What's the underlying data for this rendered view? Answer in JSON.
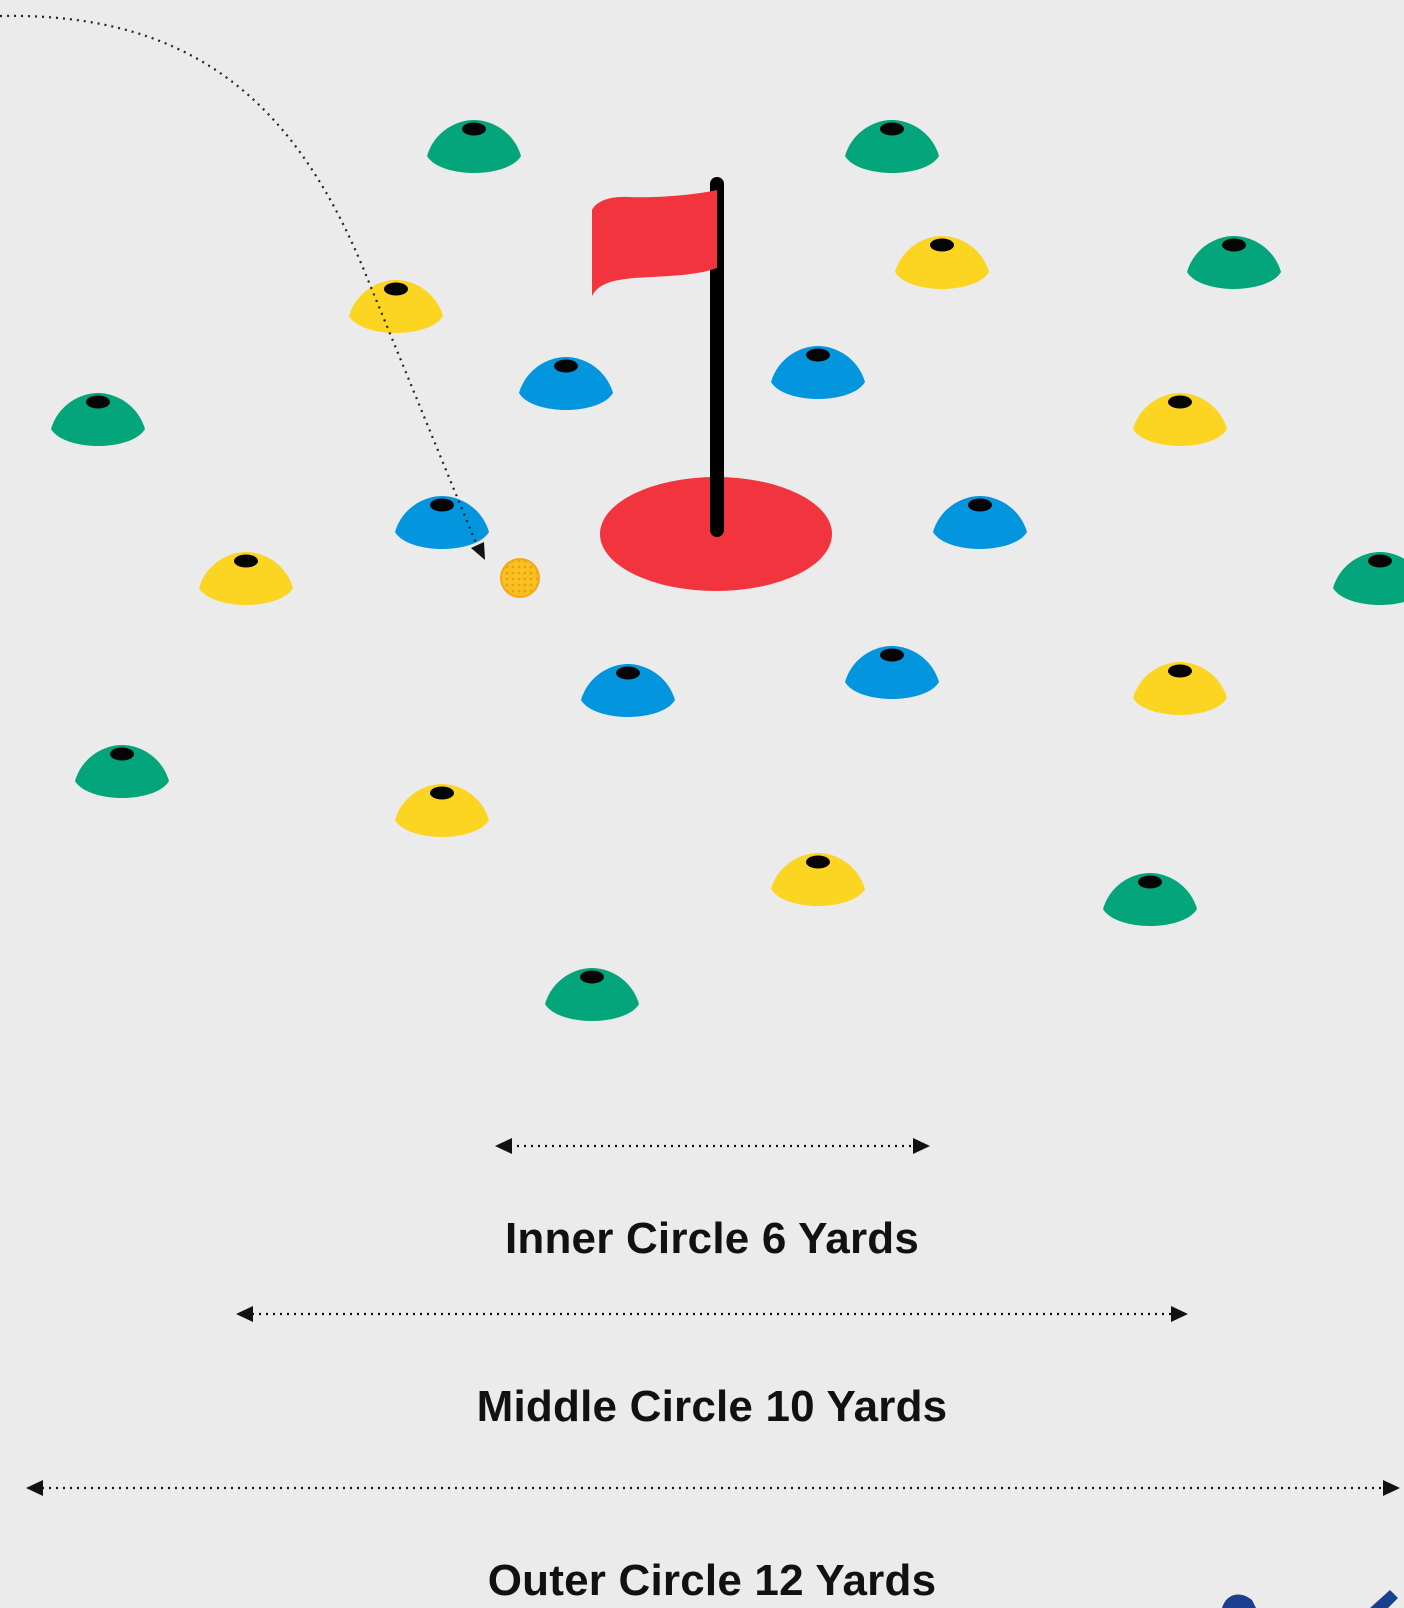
{
  "labels": {
    "inner": "Inner Circle 6 Yards",
    "middle": "Middle Circle 10 Yards",
    "outer": "Outer Circle 12 Yards"
  },
  "colors": {
    "background": "#ebebeb",
    "flag": "#f2343f",
    "hole": "#f2343f",
    "pole": "#000000",
    "cone_blue": "#0395dd",
    "cone_yellow": "#fbd522",
    "cone_green": "#04a57b",
    "ball": "#f8c020",
    "line": "#111111"
  },
  "cone_rings": [
    {
      "ring": "inner",
      "color": "cone_blue",
      "count": 6
    },
    {
      "ring": "middle",
      "color": "cone_yellow",
      "count": 7
    },
    {
      "ring": "outer",
      "color": "cone_green",
      "count": 8
    }
  ]
}
